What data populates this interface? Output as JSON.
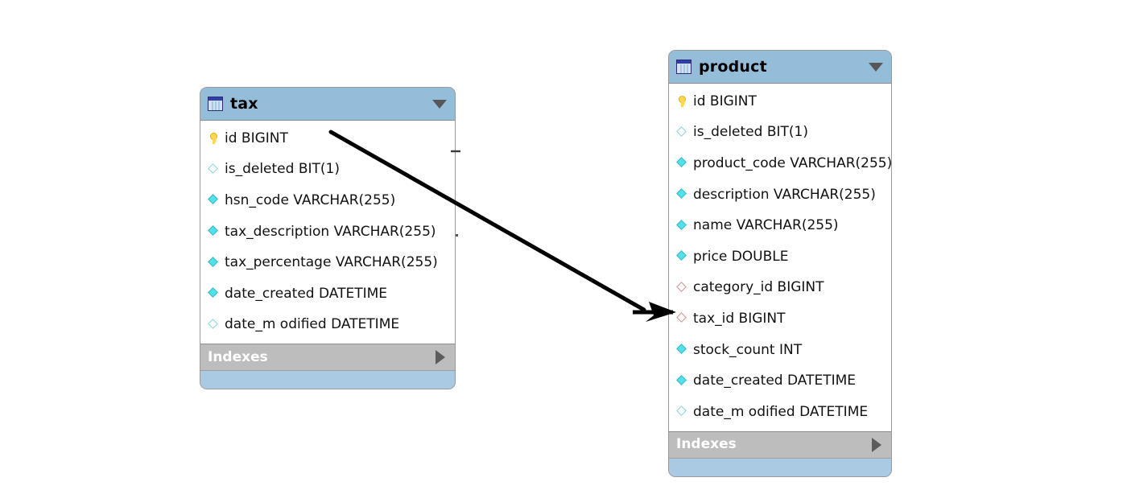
{
  "canvas": {
    "background": "#ffffff",
    "title": "ER Diagram"
  },
  "palette": {
    "header_fill": "#93bdd9",
    "entity_fill": "#a9cae2",
    "body_fill": "#ffffff",
    "border": "#9a9a9a",
    "indexes_bar": "#bdbdbd",
    "indexes_text": "#ffffff",
    "pk_icon": "#ffd74a",
    "column_icon": "#4fe2e8",
    "fk_icon": "#d98e8e",
    "relation_line": "#000000"
  },
  "entities": [
    {
      "id": "tax",
      "name": "tax",
      "icon": "table-icon",
      "caret": "chevron-down-icon",
      "indexes_label": "Indexes",
      "indexes_caret": "chevron-right-icon",
      "columns": [
        {
          "name": "id",
          "type": "BIGINT",
          "label": "id BIGINT",
          "icon": "primary-key-icon",
          "kind": "pk"
        },
        {
          "name": "is_deleted",
          "type": "BIT(1)",
          "label": "is_deleted BIT(1)",
          "icon": "nullable-column-icon",
          "kind": "nullable"
        },
        {
          "name": "hsn_code",
          "type": "VARCHAR(255)",
          "label": "hsn_code VARCHAR(255)",
          "icon": "column-icon",
          "kind": "column"
        },
        {
          "name": "tax_description",
          "type": "VARCHAR(255)",
          "label": "tax_description VARCHAR(255)",
          "icon": "column-icon",
          "kind": "column"
        },
        {
          "name": "tax_percentage",
          "type": "VARCHAR(255)",
          "label": "tax_percentage VARCHAR(255)",
          "icon": "column-icon",
          "kind": "column"
        },
        {
          "name": "date_created",
          "type": "DATETIME",
          "label": "date_created DATETIME",
          "icon": "column-icon",
          "kind": "column"
        },
        {
          "name": "date_modified",
          "type": "DATETIME",
          "label": "date_m odified DATETIME",
          "icon": "nullable-column-icon",
          "kind": "nullable"
        }
      ]
    },
    {
      "id": "product",
      "name": "product",
      "icon": "table-icon",
      "caret": "chevron-down-icon",
      "indexes_label": "Indexes",
      "indexes_caret": "chevron-right-icon",
      "columns": [
        {
          "name": "id",
          "type": "BIGINT",
          "label": "id BIGINT",
          "icon": "primary-key-icon",
          "kind": "pk"
        },
        {
          "name": "is_deleted",
          "type": "BIT(1)",
          "label": "is_deleted BIT(1)",
          "icon": "nullable-column-icon",
          "kind": "nullable"
        },
        {
          "name": "product_code",
          "type": "VARCHAR(255)",
          "label": "product_code VARCHAR(255)",
          "icon": "column-icon",
          "kind": "column"
        },
        {
          "name": "description",
          "type": "VARCHAR(255)",
          "label": "description VARCHAR(255)",
          "icon": "column-icon",
          "kind": "column"
        },
        {
          "name": "name",
          "type": "VARCHAR(255)",
          "label": "name VARCHAR(255)",
          "icon": "column-icon",
          "kind": "column"
        },
        {
          "name": "price",
          "type": "DOUBLE",
          "label": "price DOUBLE",
          "icon": "column-icon",
          "kind": "column"
        },
        {
          "name": "category_id",
          "type": "BIGINT",
          "label": "category_id BIGINT",
          "icon": "foreign-key-icon",
          "kind": "fk"
        },
        {
          "name": "tax_id",
          "type": "BIGINT",
          "label": "tax_id BIGINT",
          "icon": "foreign-key-icon",
          "kind": "fk"
        },
        {
          "name": "stock_count",
          "type": "INT",
          "label": "stock_count INT",
          "icon": "column-icon",
          "kind": "column"
        },
        {
          "name": "date_created",
          "type": "DATETIME",
          "label": "date_created DATETIME",
          "icon": "column-icon",
          "kind": "column"
        },
        {
          "name": "date_modified",
          "type": "DATETIME",
          "label": "date_m odified DATETIME",
          "icon": "nullable-column-icon",
          "kind": "nullable"
        }
      ]
    }
  ],
  "relationships": [
    {
      "id": "product-tax-fk",
      "from_entity": "tax",
      "from_column": "id",
      "to_entity": "product",
      "to_column": "tax_id",
      "style": "solid",
      "arrow": "arrowhead-icon"
    }
  ]
}
